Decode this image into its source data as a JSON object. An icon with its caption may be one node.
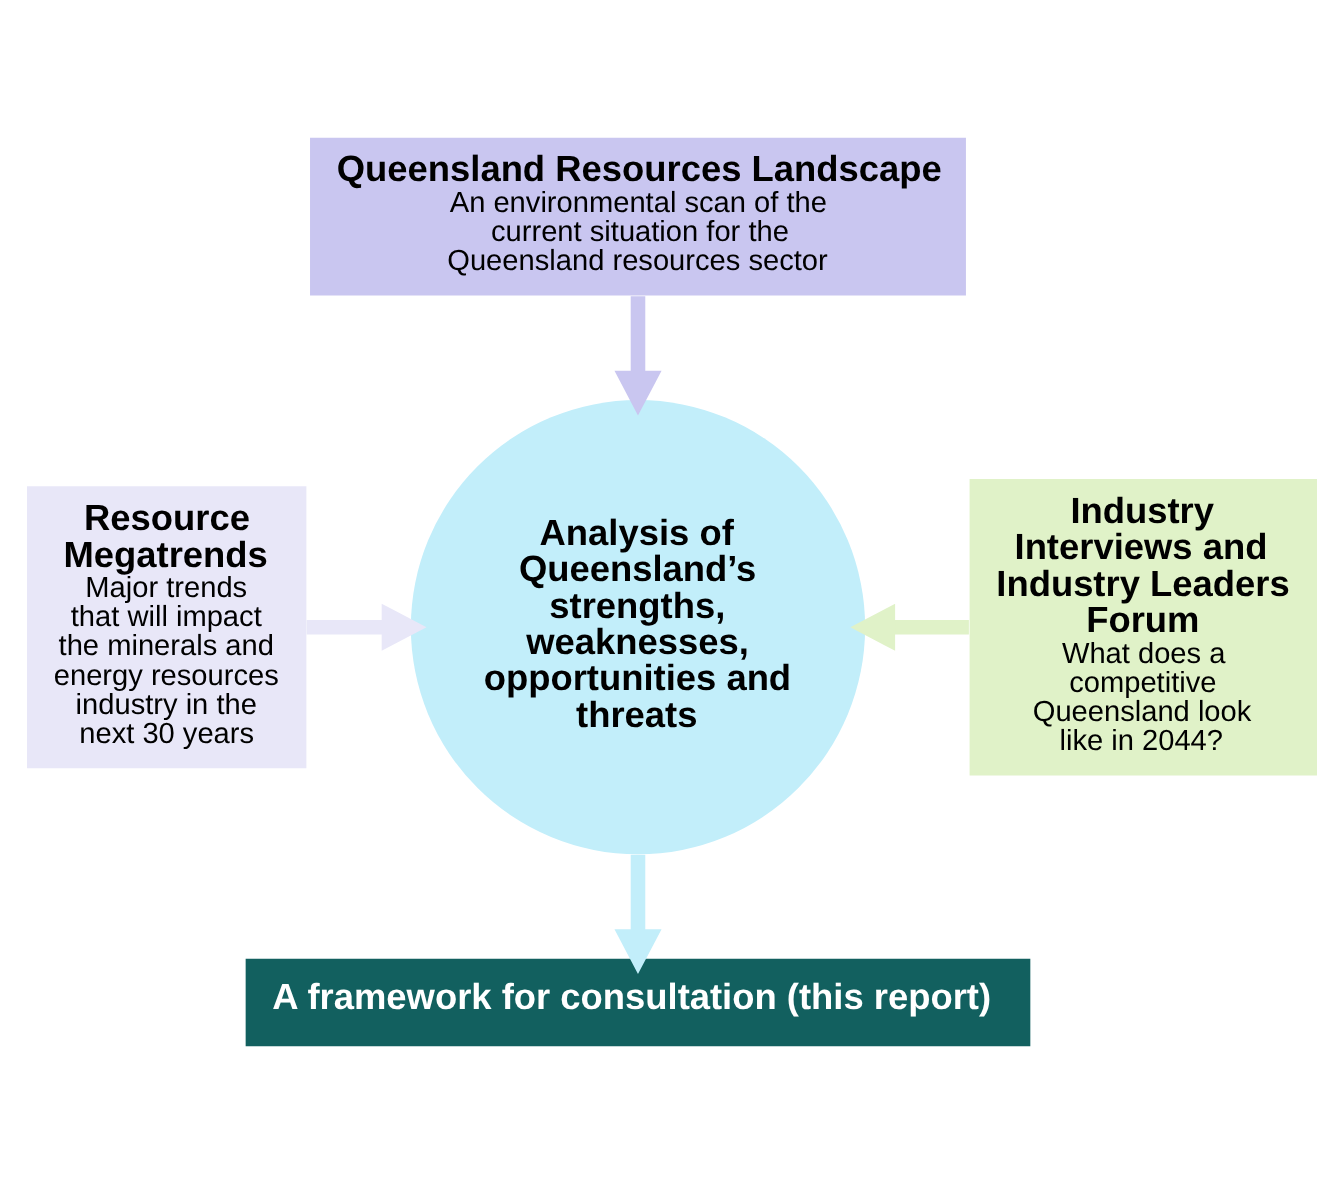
{
  "diagram": {
    "nodes": [
      {
        "text": [
          "Queensland Resources Landscape",
          "An environmental scan of the current situation for the Queensland resources sector"
        ]
      },
      {
        "text": [
          "Resource Megatrends",
          "Major trends that will impact the minerals and energy resources industry in the next 30 years"
        ]
      },
      {
        "text": [
          "Analysis of Queensland’s strengths, weaknesses, opportunities and threats"
        ]
      },
      {
        "text": [
          "Industry Interviews and Industry Leaders Forum",
          "What does a competitive Queensland look like in 2044?"
        ]
      },
      {
        "text": [
          "A framework for consultation (this report)"
        ]
      }
    ],
    "edges": [
      {
        "from": 0,
        "to": 2,
        "arrow": "to",
        "color": "#c9c6f0"
      },
      {
        "from": 1,
        "to": 2,
        "arrow": "to",
        "color": "#e8e7f8"
      },
      {
        "from": 3,
        "to": 2,
        "arrow": "to",
        "color": "#e0f2c8"
      },
      {
        "from": 2,
        "to": 4,
        "arrow": "to",
        "color": "#c2eefa"
      }
    ]
  }
}
